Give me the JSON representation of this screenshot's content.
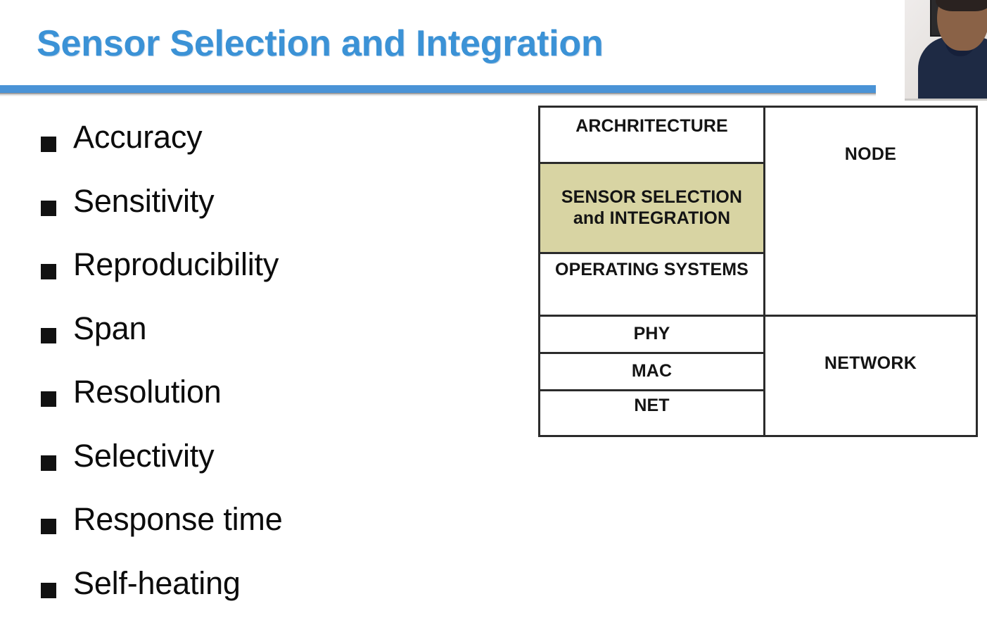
{
  "slide": {
    "title": "Sensor Selection and Integration",
    "accent_color": "#3b92d6",
    "rule_color": "#4a93d6",
    "highlight_color": "#d8d4a3",
    "text_color": "#0c0c0c"
  },
  "bullets": [
    {
      "label": "Accuracy"
    },
    {
      "label": "Sensitivity"
    },
    {
      "label": "Reproducibility"
    },
    {
      "label": "Span"
    },
    {
      "label": "Resolution"
    },
    {
      "label": "Selectivity"
    },
    {
      "label": "Response time"
    },
    {
      "label": "Self-heating"
    }
  ],
  "stack_table": {
    "layers": [
      {
        "label": "ARCHRITECTURE",
        "highlighted": false
      },
      {
        "label": "SENSOR SELECTION and INTEGRATION",
        "highlighted": true
      },
      {
        "label": "OPERATING SYSTEMS",
        "highlighted": false
      },
      {
        "label": "PHY",
        "highlighted": false
      },
      {
        "label": "MAC",
        "highlighted": false
      },
      {
        "label": "NET",
        "highlighted": false
      }
    ],
    "groups": [
      {
        "label": "NODE",
        "spans": 3
      },
      {
        "label": "NETWORK",
        "spans": 3
      }
    ]
  },
  "webcam": {
    "present": true,
    "description": "presenter video thumbnail"
  }
}
